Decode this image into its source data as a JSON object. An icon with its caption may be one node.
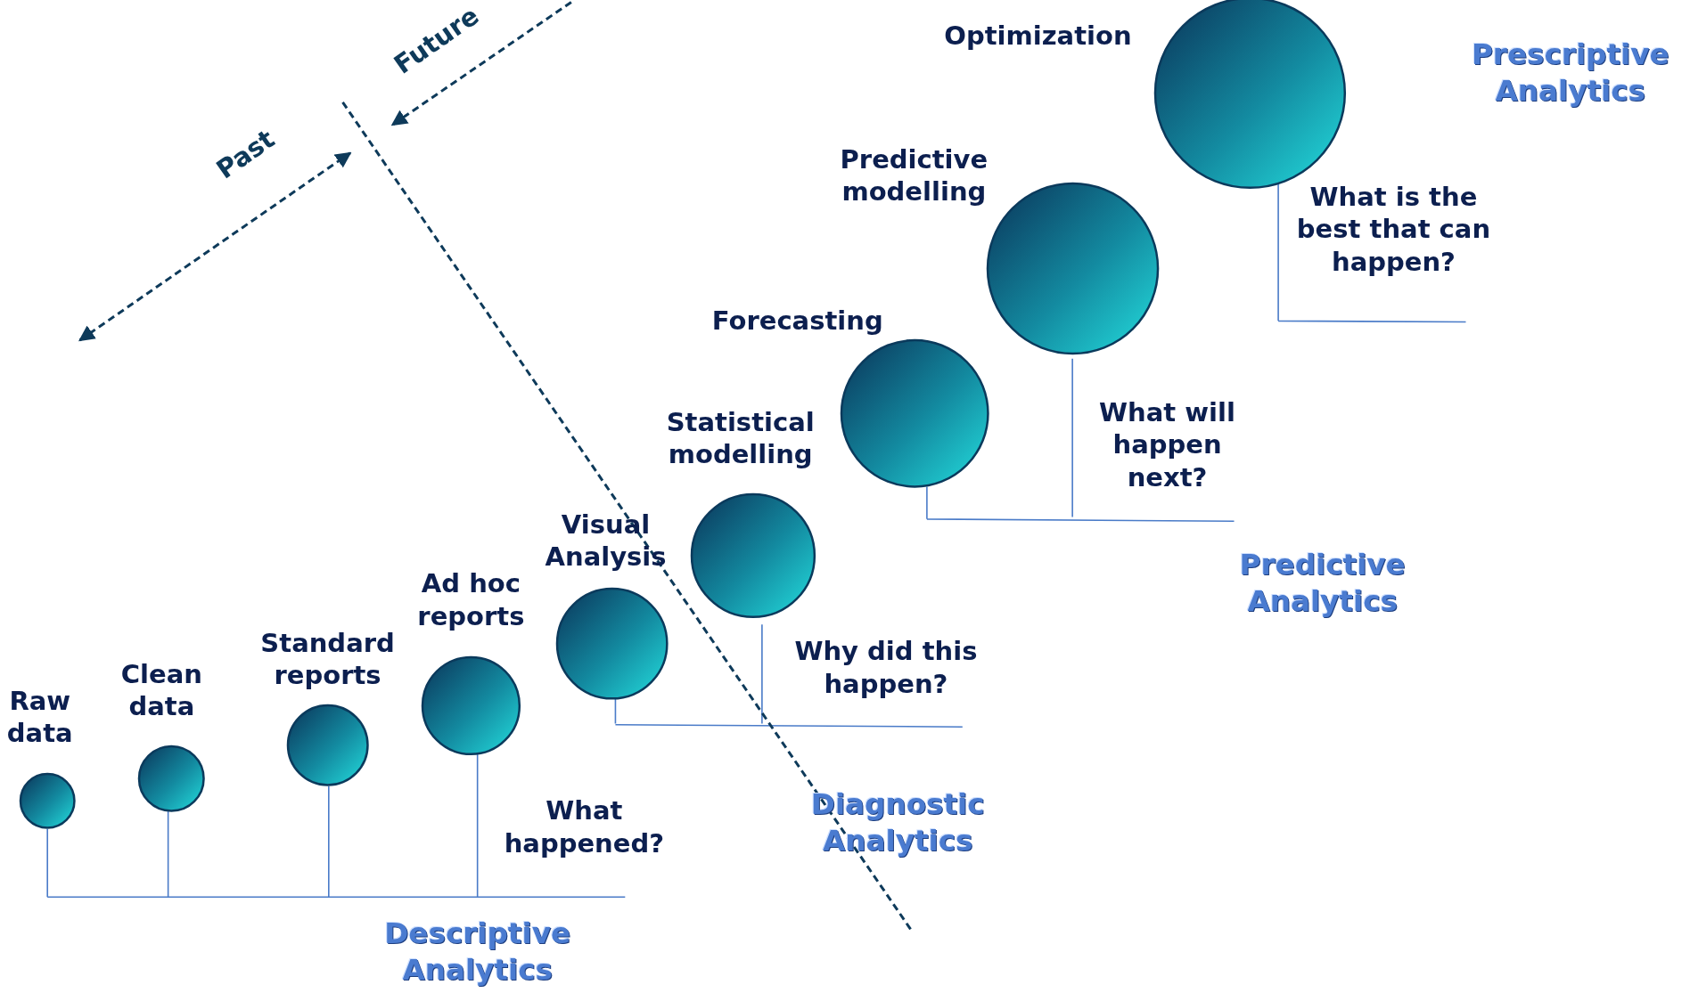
{
  "diagram": {
    "nodes": [
      {
        "text": [
          "Raw data"
        ]
      },
      {
        "text": [
          "Clean data"
        ]
      },
      {
        "text": [
          "Standard reports"
        ]
      },
      {
        "text": [
          "Ad hoc reports"
        ]
      },
      {
        "text": [
          "Visual Analysis"
        ]
      },
      {
        "text": [
          "Statistical modelling"
        ]
      },
      {
        "text": [
          "Forecasting"
        ]
      },
      {
        "text": [
          "Predictive modelling"
        ]
      },
      {
        "text": [
          "Optimization"
        ]
      },
      {
        "text": [],
        "shape": "circle"
      },
      {
        "text": [],
        "shape": "circle"
      },
      {
        "text": [],
        "shape": "circle"
      },
      {
        "text": [],
        "shape": "circle"
      },
      {
        "text": [],
        "shape": "circle"
      },
      {
        "text": [],
        "shape": "circle"
      },
      {
        "text": [],
        "shape": "circle"
      },
      {
        "text": [],
        "shape": "circle"
      },
      {
        "text": [],
        "shape": "circle"
      }
    ],
    "labels": [
      "Future",
      "Past",
      "Prescriptive Analytics",
      "What is the best that can happen?",
      "What will happen next?",
      "Predictive Analytics",
      "Why did this happen?",
      "Diagnostic Analytics",
      "What happened?",
      "Descriptive Analytics"
    ]
  }
}
